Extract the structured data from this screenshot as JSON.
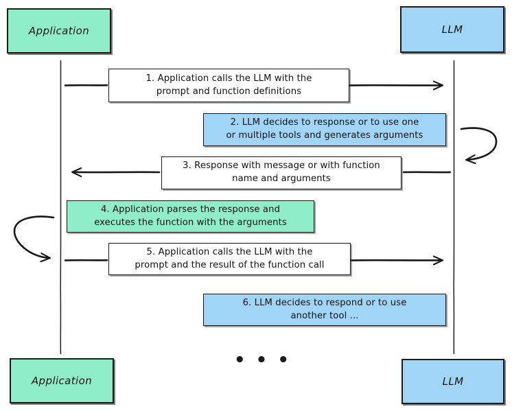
{
  "diagram": {
    "title": "LLM function calling sequence",
    "type": "sequence-diagram",
    "background": "#ffffff",
    "colors": {
      "application_fill": "#8FEDC9",
      "llm_fill": "#A0D5F7",
      "plain_fill": "#ffffff",
      "stroke": "#171717",
      "text": "#111111"
    }
  },
  "actors": {
    "top_left": {
      "label": "Application",
      "fill": "#8FEDC9"
    },
    "top_right": {
      "label": "LLM",
      "fill": "#A0D5F7"
    },
    "bottom_left": {
      "label": "Application",
      "fill": "#8FEDC9"
    },
    "bottom_right": {
      "label": "LLM",
      "fill": "#A0D5F7"
    }
  },
  "messages": [
    {
      "id": "step-1",
      "number": "1.",
      "text": "1. Application calls the LLM with the\nprompt and function definitions",
      "fill": "#ffffff",
      "direction": "application-to-llm",
      "arrow": "right"
    },
    {
      "id": "step-2",
      "number": "2.",
      "text": "2. LLM decides to response or to use one\nor multiple tools and generates arguments",
      "fill": "#A0D5F7",
      "direction": "llm-self",
      "arrow": "self-loop-right"
    },
    {
      "id": "step-3",
      "number": "3.",
      "text": "3. Response with message or with function\nname and arguments",
      "fill": "#ffffff",
      "direction": "llm-to-application",
      "arrow": "left"
    },
    {
      "id": "step-4",
      "number": "4.",
      "text": "4. Application parses the response and\nexecutes the function with the arguments",
      "fill": "#8FEDC9",
      "direction": "application-self",
      "arrow": "self-loop-left"
    },
    {
      "id": "step-5",
      "number": "5.",
      "text": "5. Application calls the LLM with the\nprompt and the result of the function call",
      "fill": "#ffffff",
      "direction": "application-to-llm",
      "arrow": "right"
    },
    {
      "id": "step-6",
      "number": "6.",
      "text": "6. LLM decides to respond or to use\nanother tool ...",
      "fill": "#A0D5F7",
      "direction": "llm-self",
      "arrow": "none"
    }
  ],
  "continuation": {
    "ellipsis": "• • •"
  }
}
